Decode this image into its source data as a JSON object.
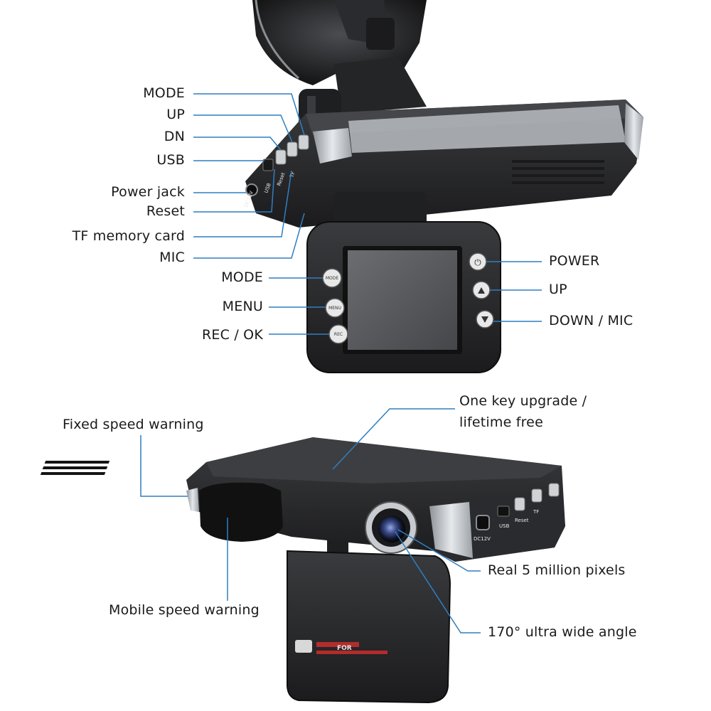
{
  "top_device": {
    "left_labels": {
      "mode": "MODE",
      "up": "UP",
      "dn": "DN",
      "usb": "USB",
      "power_jack": "Power jack",
      "reset": "Reset",
      "tf_card": "TF memory card",
      "mic": "MIC"
    },
    "screen_left_labels": {
      "mode": "MODE",
      "menu": "MENU",
      "rec_ok": "REC / OK"
    },
    "screen_right_labels": {
      "power": "POWER",
      "up": "UP",
      "down_mic": "DOWN / MIC"
    },
    "port_marks": {
      "dc12v": "DC12V",
      "usb": "USB",
      "reset": "Reset",
      "tf": "TF"
    },
    "button_marks": {
      "mode": "MODE",
      "menu": "MENU",
      "rec": "REC"
    }
  },
  "bottom_device": {
    "labels": {
      "upgrade_line1": "One key upgrade /",
      "upgrade_line2": "lifetime free",
      "fixed_speed": "Fixed speed warning",
      "mobile_speed": "Mobile speed warning",
      "pixels": "Real 5 million pixels",
      "wide_angle": "170° ultra wide angle"
    },
    "port_marks": {
      "dc12v": "DC12V",
      "usb": "USB",
      "reset": "Reset",
      "tf": "TF"
    },
    "panel_text": {
      "brand": "FOR"
    }
  },
  "colors": {
    "leader_line": "#2f7fc1",
    "device_body": "#2b2b2d",
    "device_dark": "#151516",
    "chrome": "#c9cdd1",
    "screen": "#5a5c60",
    "label_text": "#1a1a1a"
  }
}
